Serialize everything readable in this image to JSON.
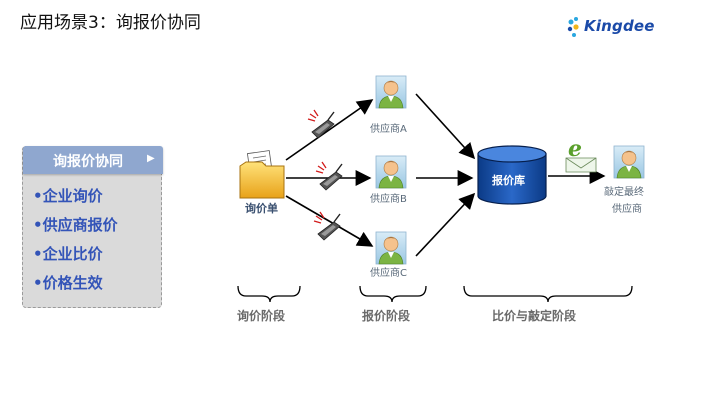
{
  "title": "应用场景3：询报价协同",
  "logo": {
    "text": "Kingdee"
  },
  "panel": {
    "header": "询报价协同",
    "items": [
      "•企业询价",
      "•供应商报价",
      "•企业比价",
      "•价格生效"
    ]
  },
  "diagram": {
    "inquiry_label": "询价单",
    "suppliers": [
      "供应商A",
      "供应商B",
      "供应商C"
    ],
    "db_label": "报价库",
    "final_label_line1": "敲定最终",
    "final_label_line2": "供应商",
    "stages": [
      "询价阶段",
      "报价阶段",
      "比价与敲定阶段"
    ]
  },
  "colors": {
    "accent": "#8fa7cf",
    "menu_text": "#3354b8",
    "logo_blue": "#1b4aa8"
  }
}
